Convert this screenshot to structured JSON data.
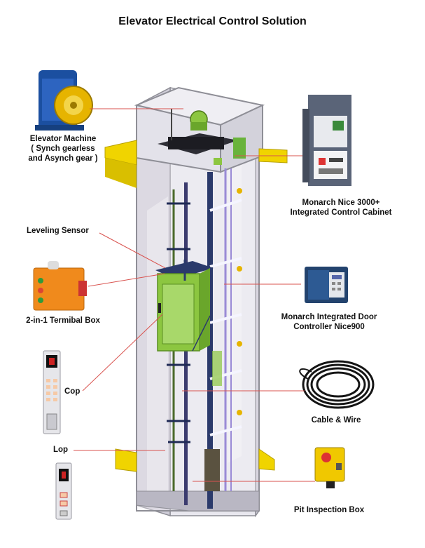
{
  "title": "Elevator Electrical Control Solution",
  "labels": {
    "machine": [
      "Elevator Machine",
      "( Synch gearless",
      "and Asynch gear )"
    ],
    "cabinet": [
      "Monarch Nice 3000+",
      "Integrated Control Cabinet"
    ],
    "leveling": "Leveling Sensor",
    "terminal_box": "2-in-1 Termibal Box",
    "door_controller": [
      "Monarch Integrated Door",
      "Controller Nice900"
    ],
    "cop": "Cop",
    "cable": "Cable & Wire",
    "lop": "Lop",
    "pit_box": "Pit Inspection Box"
  },
  "colors": {
    "leader": "#d9534f",
    "shaft": "#d8d6e0",
    "yellow": "#f0d400",
    "car_green": "#8cc640",
    "rail": "#2b3a6b",
    "orange": "#f08a1c",
    "cabinet": "#5a6478"
  }
}
